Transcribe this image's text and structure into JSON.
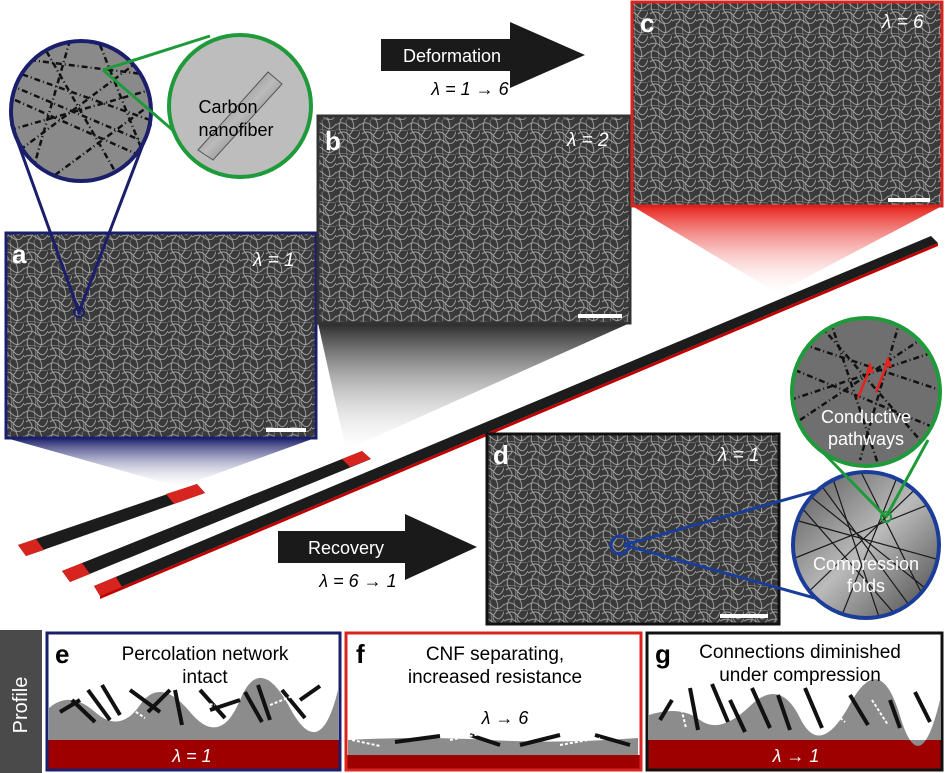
{
  "panels": {
    "a": {
      "label": "a",
      "lambda": "λ = 1",
      "border": "#1b1e6b"
    },
    "b": {
      "label": "b",
      "lambda": "λ = 2",
      "border": "#333333"
    },
    "c": {
      "label": "c",
      "lambda": "λ = 6",
      "border": "#d8241f"
    },
    "d": {
      "label": "d",
      "lambda": "λ = 1",
      "border": "#111111"
    }
  },
  "zoom": {
    "cnf_label_line1": "Carbon",
    "cnf_label_line2": "nanofiber",
    "pathways_line1": "Conductive",
    "pathways_line2": "pathways",
    "folds_line1": "Compression",
    "folds_line2": "folds"
  },
  "arrows": {
    "deformation": {
      "label": "Deformation",
      "caption": "λ = 1 → 6"
    },
    "recovery": {
      "label": "Recovery",
      "caption": "λ = 6 → 1"
    }
  },
  "profile": {
    "side_label": "Profile",
    "e": {
      "label": "e",
      "title_line1": "Percolation network",
      "title_line2": "intact",
      "base": "λ = 1",
      "border": "#1b1e6b"
    },
    "f": {
      "label": "f",
      "title_line1": "CNF separating,",
      "title_line2": "increased resistance",
      "lambda": "λ → 6",
      "border": "#d8241f"
    },
    "g": {
      "label": "g",
      "title_line1": "Connections diminished",
      "title_line2": "under compression",
      "base": "λ → 1",
      "border": "#111111"
    }
  },
  "colors": {
    "blue": "#1b1e6b",
    "red": "#d8241f",
    "green": "#1f9a3a",
    "dark_red": "#9e0000",
    "gray": "#8c8c8c"
  }
}
